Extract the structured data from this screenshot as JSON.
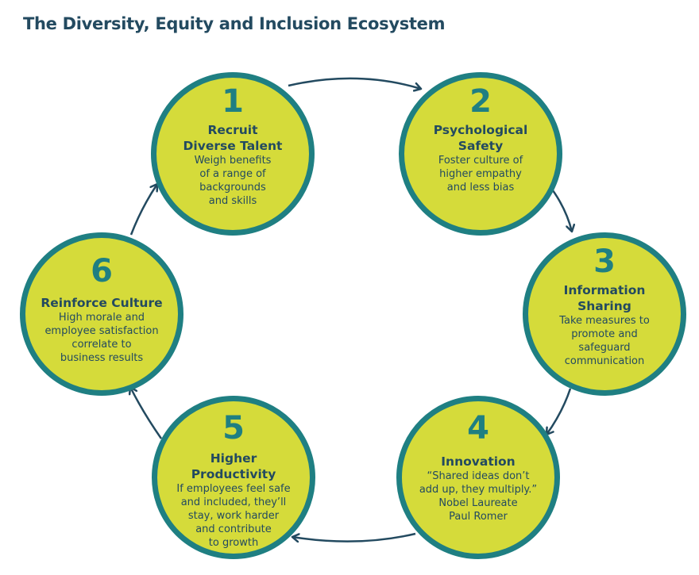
{
  "title": "The Diversity, Equity and Inclusion Ecosystem",
  "colors": {
    "circle_fill": "#d5db3a",
    "circle_border": "#1f7f82",
    "number": "#1f7f82",
    "text": "#234a60",
    "arrow": "#234a60"
  },
  "nodes": [
    {
      "number": "1",
      "heading": [
        "Recruit",
        "Diverse Talent"
      ],
      "description": [
        "Weigh benefits",
        "of a range of",
        "backgrounds",
        "and skills"
      ]
    },
    {
      "number": "2",
      "heading": [
        "Psychological",
        "Safety"
      ],
      "description": [
        "Foster culture of",
        "higher empathy",
        "and less bias"
      ]
    },
    {
      "number": "3",
      "heading": [
        "Information",
        "Sharing"
      ],
      "description": [
        "Take measures to",
        "promote and",
        "safeguard",
        "communication"
      ]
    },
    {
      "number": "4",
      "heading": [
        "Innovation"
      ],
      "description": [
        "“Shared ideas don’t",
        "add up, they multiply.”",
        "Nobel Laureate",
        "Paul Romer"
      ]
    },
    {
      "number": "5",
      "heading": [
        "Higher",
        "Productivity"
      ],
      "description": [
        "If employees feel safe",
        "and included, they’ll",
        "stay, work harder",
        "and contribute",
        "to growth"
      ]
    },
    {
      "number": "6",
      "heading": [
        "Reinforce Culture"
      ],
      "description": [
        "High morale and",
        "employee satisfaction",
        "correlate to",
        "business results"
      ]
    }
  ],
  "flow": [
    {
      "from": "1",
      "to": "2"
    },
    {
      "from": "2",
      "to": "3"
    },
    {
      "from": "3",
      "to": "4"
    },
    {
      "from": "4",
      "to": "5"
    },
    {
      "from": "5",
      "to": "6"
    },
    {
      "from": "6",
      "to": "1"
    }
  ]
}
